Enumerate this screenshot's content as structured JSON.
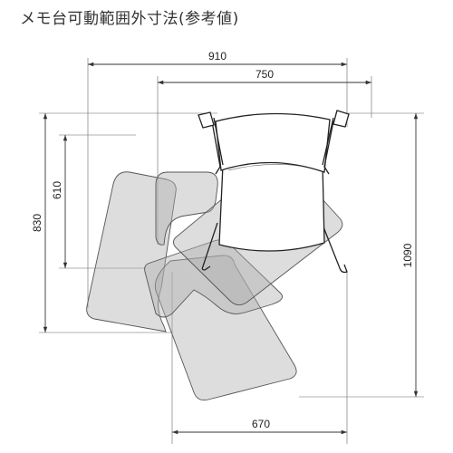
{
  "title": "メモ台可動範囲外寸法(参考値)",
  "dimensions": {
    "total_width": "910",
    "inner_width": "750",
    "bottom_width": "670",
    "total_height": "830",
    "inner_height": "610",
    "right_height": "1090"
  }
}
